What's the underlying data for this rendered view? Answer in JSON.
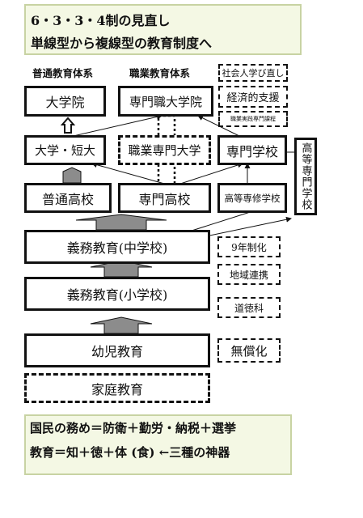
{
  "title": {
    "line1": "6・3・3・4制の見直し",
    "line2": "単線型から複線型の教育制度へ"
  },
  "headers": {
    "general": "普通教育体系",
    "vocational": "職業教育体系"
  },
  "boxes": {
    "graduate_school": "大学院",
    "prof_graduate": "専門職大学院",
    "university": "大学・短大",
    "vocational_univ": "職業専門大学",
    "vocational_school": "専門学校",
    "general_high": "普通高校",
    "specialized_high": "専門高校",
    "higher_special": "高等専修学校",
    "tech_college": "高等専門学校",
    "compulsory_middle": "義務教育(中学校)",
    "compulsory_elem": "義務教育(小学校)",
    "early_childhood": "幼児教育",
    "home_education": "家庭教育"
  },
  "side_notes": {
    "adult_learning": "社会人学び直し",
    "economic_support": "経済的支援",
    "professional_course": "職業実践専門課程",
    "nine_year": "9年制化",
    "community": "地域連携",
    "moral": "道徳科",
    "free": "無償化"
  },
  "bottom": {
    "line1": "国民の務め＝防衛＋勤労・納税＋選挙",
    "line2": "教育＝知＋徳＋体 (食) ←三種の神器"
  },
  "colors": {
    "panel_fill": "#f4f8e4",
    "panel_border": "#c8d3a3",
    "arrow_gray": "#8c8c8c"
  }
}
